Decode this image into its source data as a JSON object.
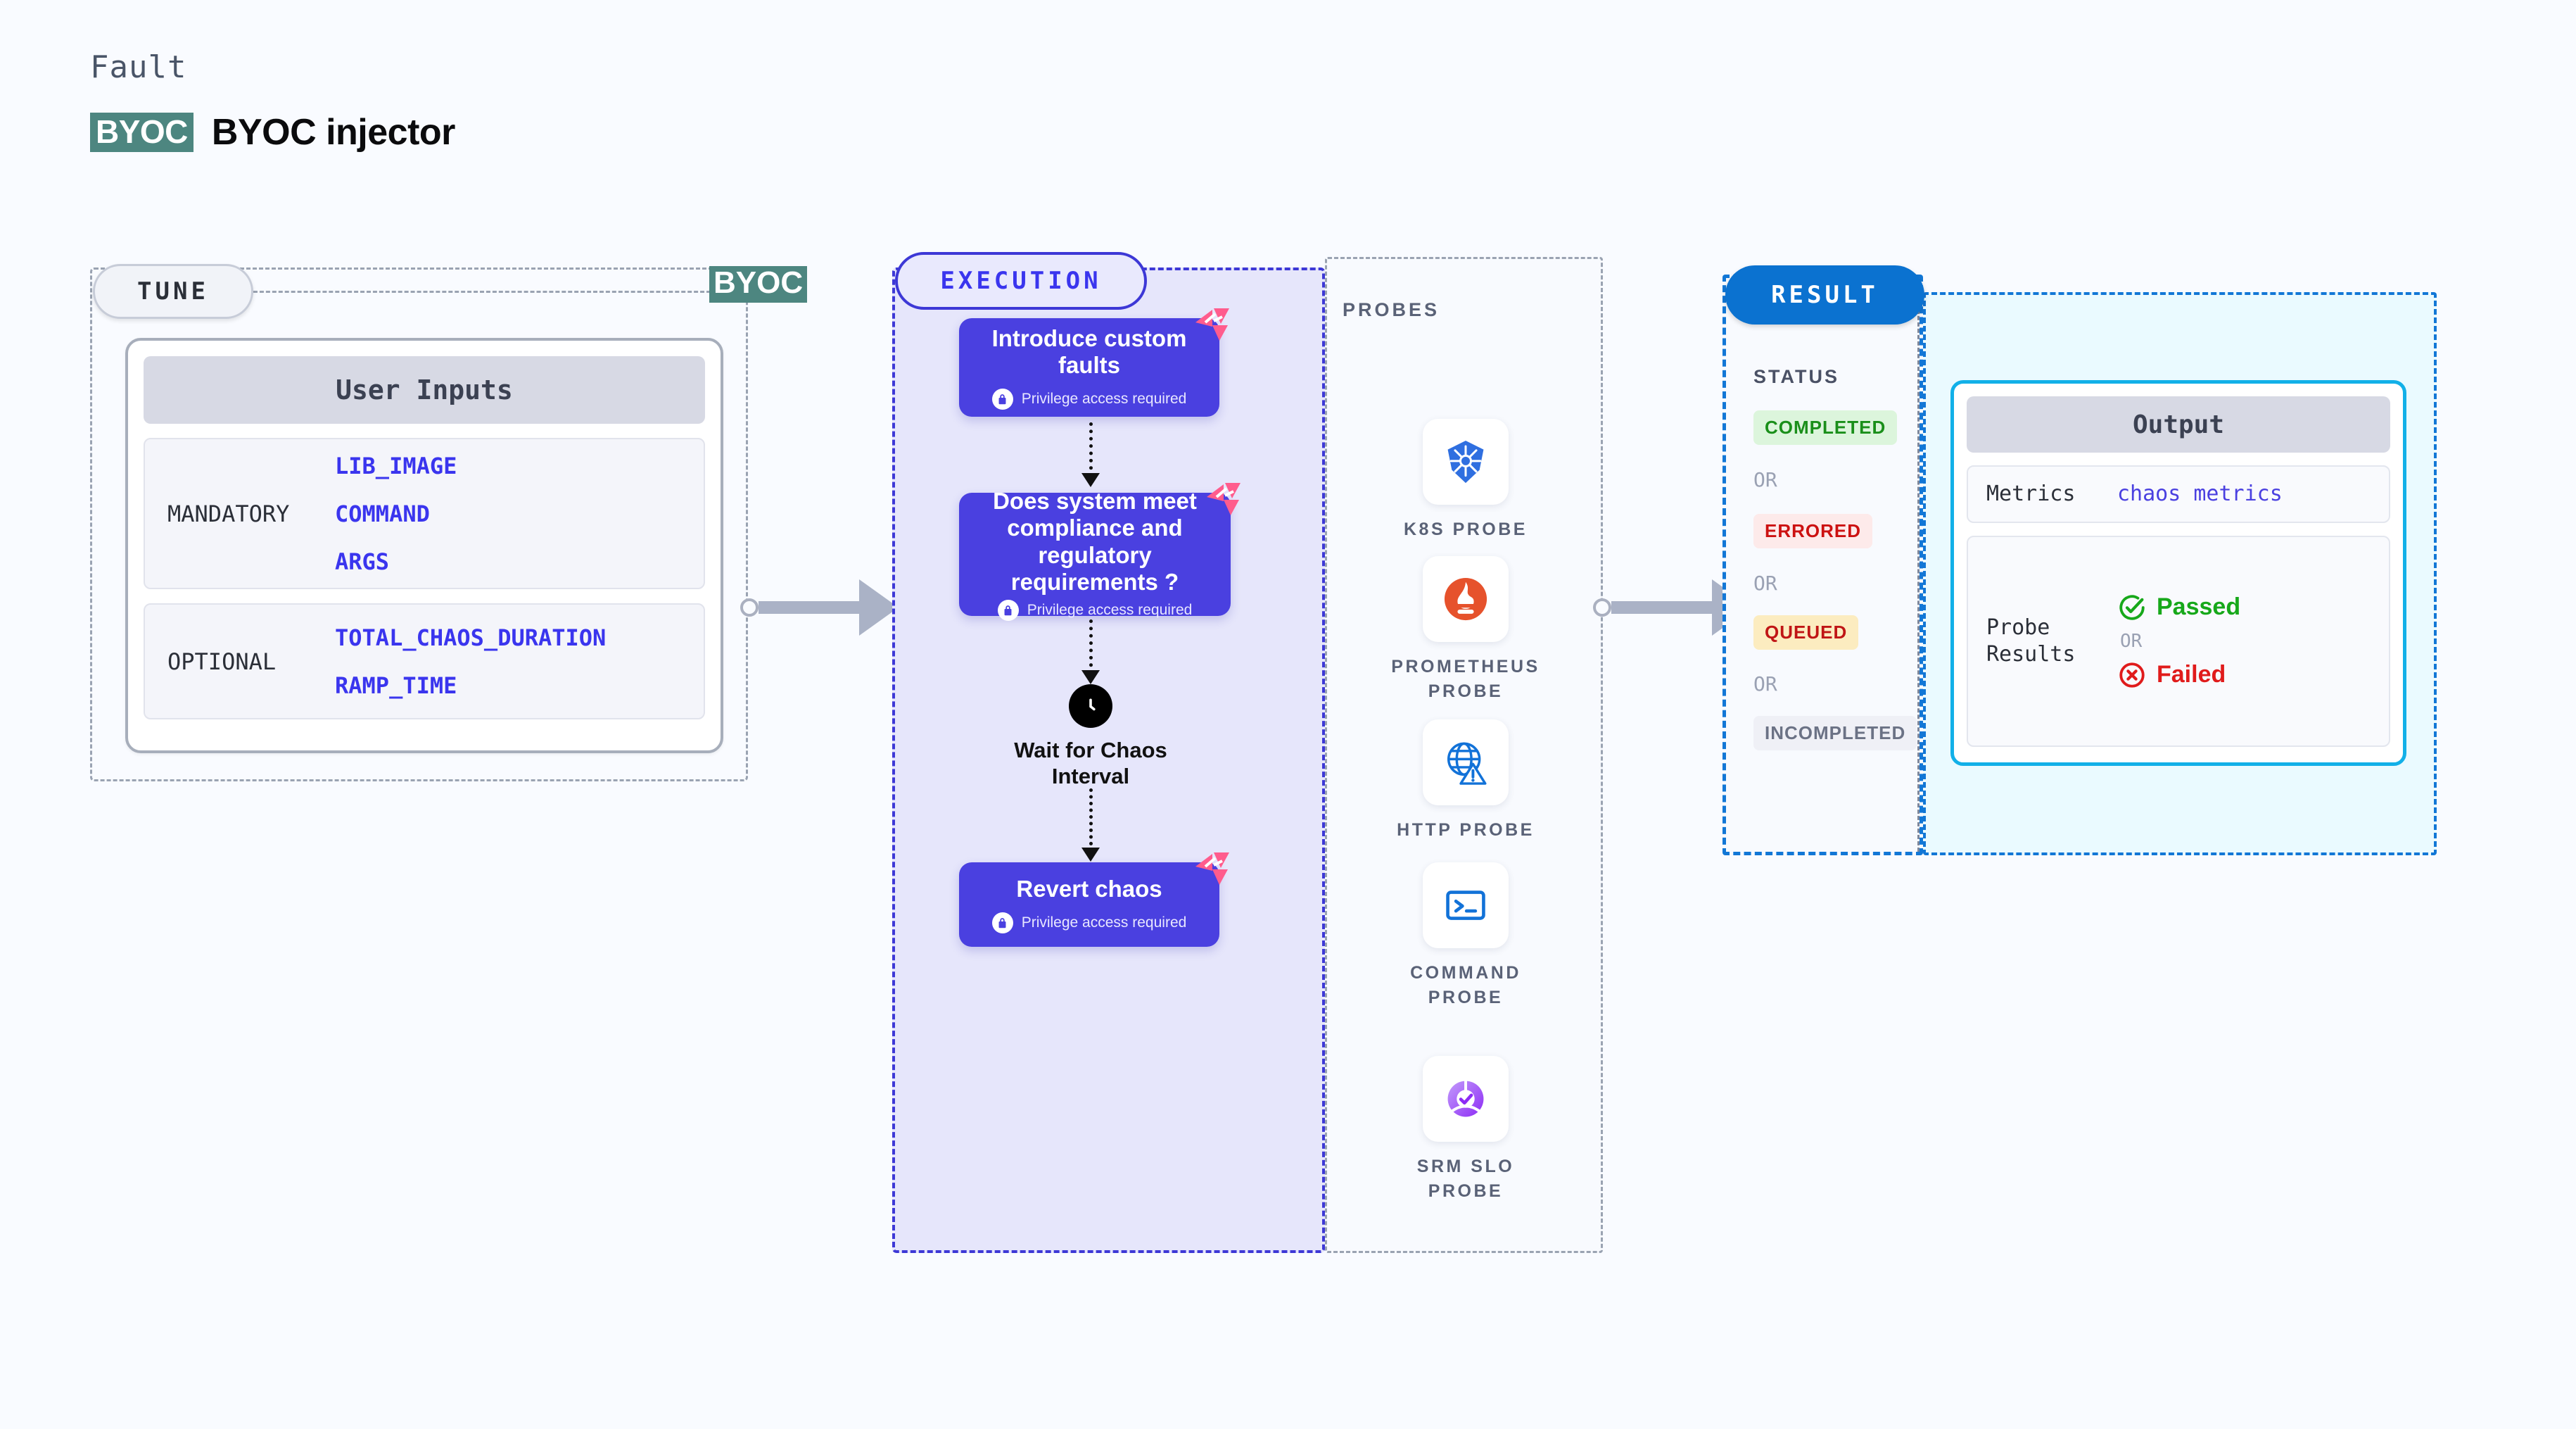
{
  "header": {
    "eyebrow": "Fault",
    "badge": "BYOC",
    "title": "BYOC injector"
  },
  "tune": {
    "pill_label": "TUNE",
    "byoc_marker": "BYOC",
    "card_header": "User Inputs",
    "groups": [
      {
        "label": "MANDATORY",
        "values": [
          "LIB_IMAGE",
          "COMMAND",
          "ARGS"
        ]
      },
      {
        "label": "OPTIONAL",
        "values": [
          "TOTAL_CHAOS_DURATION",
          "RAMP_TIME"
        ]
      }
    ]
  },
  "execution": {
    "pill_label": "EXECUTION",
    "privilege_note": "Privilege access required",
    "steps": [
      {
        "title": "Introduce custom faults",
        "privileged": true
      },
      {
        "title": "Does system meet compliance and regulatory requirements ?",
        "privileged": true
      },
      {
        "title": "Wait for Chaos Interval",
        "icon": "clock-icon",
        "privileged": false
      },
      {
        "title": "Revert chaos",
        "privileged": true
      }
    ]
  },
  "probes": {
    "section_label": "PROBES",
    "items": [
      {
        "label": "K8S PROBE",
        "icon": "kubernetes-icon"
      },
      {
        "label": "PROMETHEUS PROBE",
        "icon": "prometheus-icon"
      },
      {
        "label": "HTTP PROBE",
        "icon": "http-globe-icon"
      },
      {
        "label": "COMMAND PROBE",
        "icon": "terminal-icon"
      },
      {
        "label": "SRM SLO PROBE",
        "icon": "srm-slo-icon"
      }
    ]
  },
  "result": {
    "pill_label": "RESULT",
    "status_label": "STATUS",
    "or_label": "OR",
    "statuses": [
      {
        "text": "COMPLETED",
        "bg": "#dcf5dc",
        "fg": "#1a8f1a"
      },
      {
        "text": "ERRORED",
        "bg": "#fdeaea",
        "fg": "#cc1111"
      },
      {
        "text": "QUEUED",
        "bg": "#fcecc0",
        "fg": "#c01515"
      },
      {
        "text": "INCOMPLETED",
        "bg": "#eff0f6",
        "fg": "#6b7285"
      }
    ],
    "output": {
      "header": "Output",
      "metrics_key": "Metrics",
      "metrics_value": "chaos metrics",
      "probe_results_key": "Probe Results",
      "passed_label": "Passed",
      "failed_label": "Failed",
      "or_label": "OR"
    }
  },
  "colors": {
    "page_bg": "#f9fbff",
    "byoc_teal": "#4d8680",
    "execution_purple": "#3d38d6",
    "card_purple": "#4a40e0",
    "result_blue": "#0b72d0",
    "output_cyan": "#12b0e8",
    "harness_pink": "#ff5c8d",
    "passed_green": "#17a81a",
    "failed_red": "#e01b1b"
  }
}
